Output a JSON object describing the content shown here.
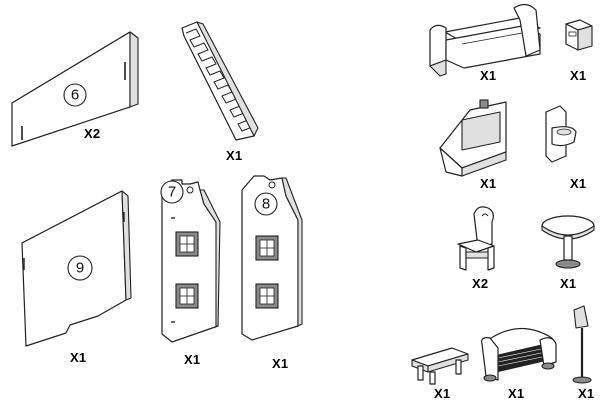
{
  "parts": [
    {
      "id": "panel-6",
      "number": "6",
      "quantity": "X2"
    },
    {
      "id": "staircase",
      "number": "",
      "quantity": "X1"
    },
    {
      "id": "panel-9",
      "number": "9",
      "quantity": "X1"
    },
    {
      "id": "panel-7",
      "number": "7",
      "quantity": "X1"
    },
    {
      "id": "panel-8",
      "number": "8",
      "quantity": "X1"
    },
    {
      "id": "bed",
      "number": "",
      "quantity": "X1"
    },
    {
      "id": "nightstand",
      "number": "",
      "quantity": "X1"
    },
    {
      "id": "bathtub",
      "number": "",
      "quantity": "X1"
    },
    {
      "id": "toilet",
      "number": "",
      "quantity": "X1"
    },
    {
      "id": "chair",
      "number": "",
      "quantity": "X2"
    },
    {
      "id": "round-table",
      "number": "",
      "quantity": "X1"
    },
    {
      "id": "bench",
      "number": "",
      "quantity": "X1"
    },
    {
      "id": "sofa",
      "number": "",
      "quantity": "X1"
    },
    {
      "id": "floor-lamp",
      "number": "",
      "quantity": "X1"
    }
  ]
}
